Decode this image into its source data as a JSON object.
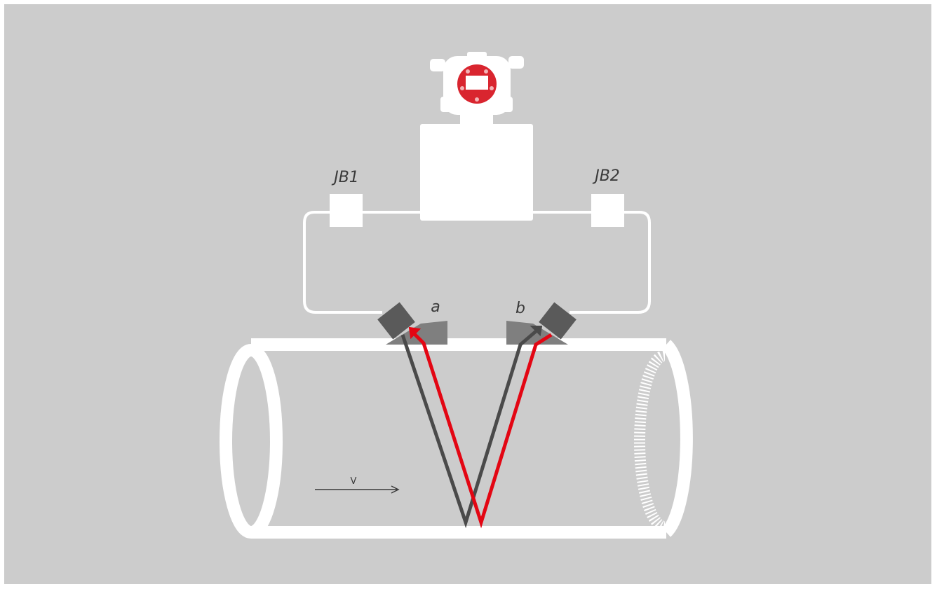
{
  "diagram": {
    "labels": {
      "junction_box_1": "JB1",
      "junction_box_2": "JB2",
      "transducer_a": "a",
      "transducer_b": "b",
      "flow_velocity": "V"
    }
  },
  "colors": {
    "background": "#cccccc",
    "pipe": "#ffffff",
    "upstream_path": "#e30613",
    "downstream_path": "#4a4a4a",
    "transducer_body": "#5a5a5a",
    "transducer_wedge": "#7f7f7f",
    "meter_display_bezel": "#d9252f"
  },
  "icons": {
    "meter_head": "transmitter-housing-icon",
    "flow_arrow": "arrow-right-icon"
  }
}
